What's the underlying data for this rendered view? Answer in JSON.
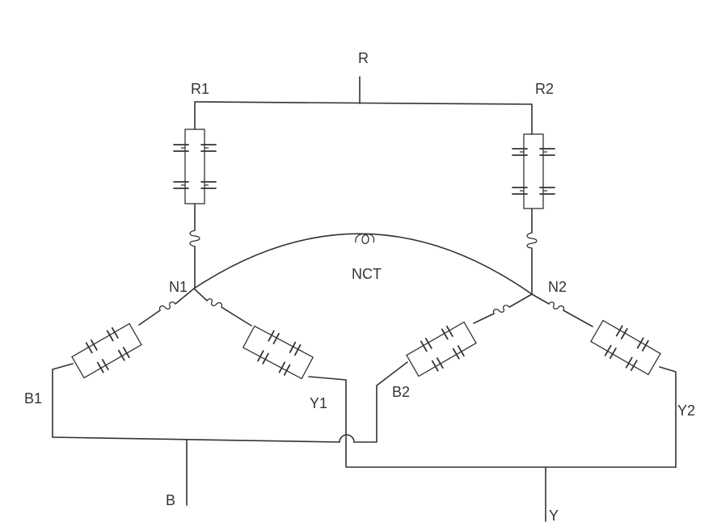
{
  "labels": {
    "R": "R",
    "R1": "R1",
    "R2": "R2",
    "NCT": "NCT",
    "N1": "N1",
    "N2": "N2",
    "B1": "B1",
    "Y1": "Y1",
    "B2": "B2",
    "Y2": "Y2",
    "B": "B",
    "Y": "Y"
  },
  "colors": {
    "line": "#333333",
    "background": "#ffffff"
  }
}
